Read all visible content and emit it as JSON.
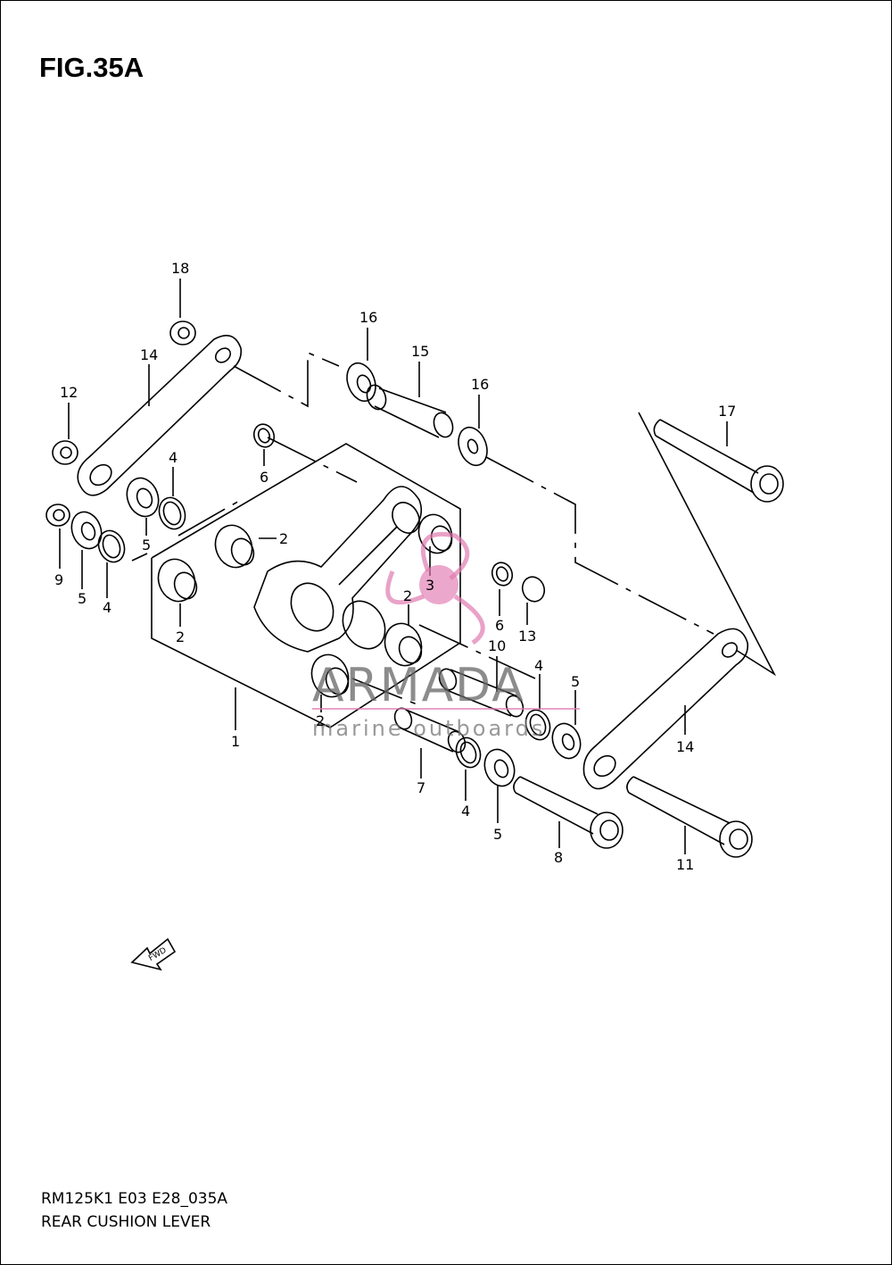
{
  "figure": {
    "title": "FIG.35A",
    "code": "RM125K1 E03 E28_035A",
    "name": "REAR CUSHION LEVER"
  },
  "callouts": [
    "18",
    "16",
    "15",
    "16",
    "14",
    "12",
    "17",
    "6",
    "4",
    "5",
    "2",
    "9",
    "5",
    "4",
    "3",
    "2",
    "6",
    "13",
    "10",
    "2",
    "4",
    "5",
    "2",
    "14",
    "1",
    "7",
    "4",
    "5",
    "8",
    "11"
  ],
  "watermark": {
    "brand": "ARMADA",
    "tagline": "marine outboards",
    "color": "#e07ab0"
  },
  "direction_icon": "FWD",
  "colors": {
    "line": "#000000",
    "background": "#ffffff"
  }
}
